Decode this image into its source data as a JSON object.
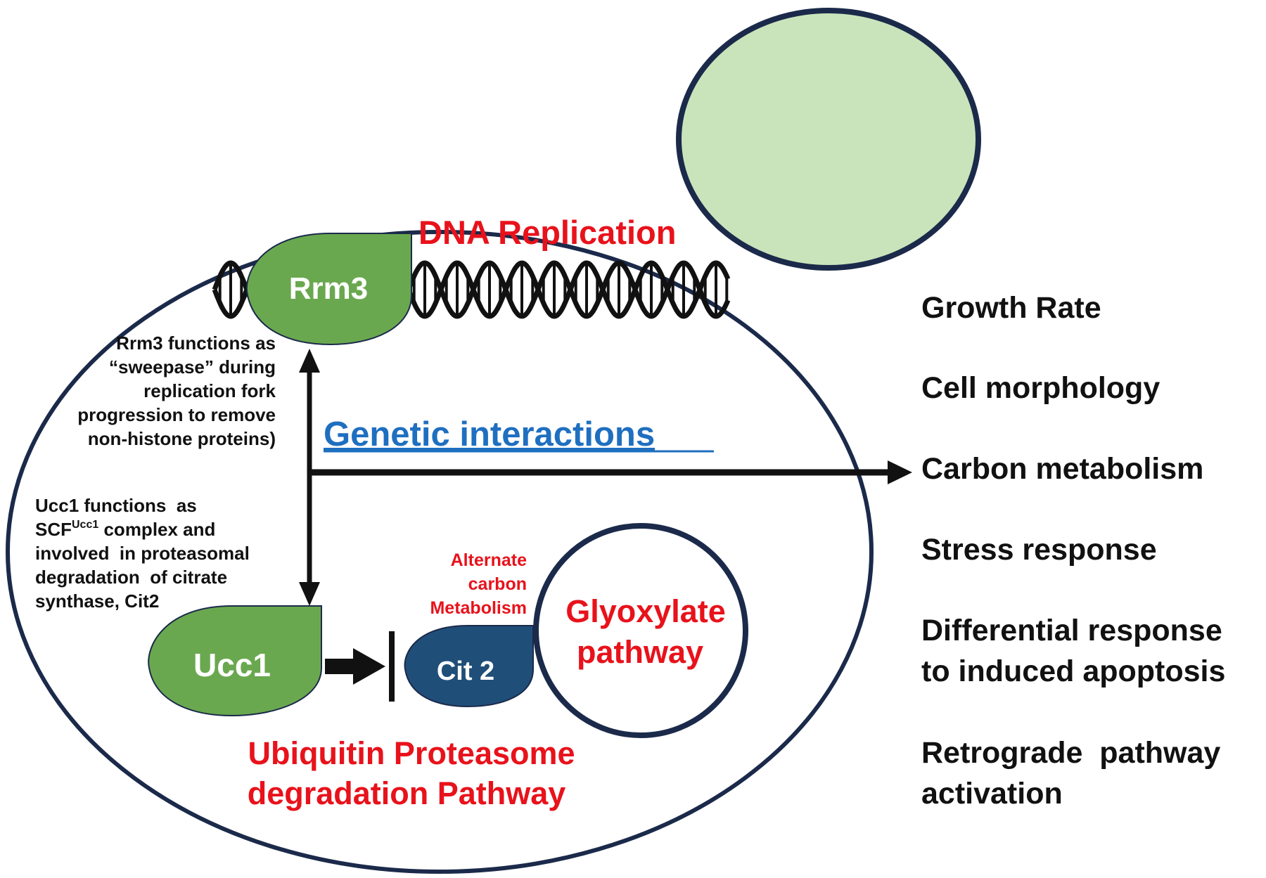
{
  "diagram": {
    "labels": {
      "dna_replication": "DNA Replication",
      "rrm3": "Rrm3",
      "ucc1": "Ucc1",
      "cit2": "Cit 2",
      "genetic_interactions": "Genetic interactions",
      "glyoxylate_line1": "Glyoxylate",
      "glyoxylate_line2": "pathway",
      "alternate_line1": "Alternate",
      "alternate_line2": "carbon",
      "alternate_line3": "Metabolism",
      "ubiquitin_line1": "Ubiquitin Proteasome",
      "ubiquitin_line2": "degradation Pathway"
    },
    "rrm3_description": [
      "Rrm3 functions as",
      "“sweepase” during",
      "replication fork",
      "progression to remove",
      "non-histone proteins)"
    ],
    "ucc1_description": {
      "line1": "Ucc1 functions  as",
      "line2_prefix": "SCF",
      "line2_superscript": "Ucc1",
      "line2_suffix": " complex and",
      "line3": "involved  in proteasomal",
      "line4": "degradation  of citrate",
      "line5": "synthase, Cit2"
    },
    "phenotypes": [
      "Growth Rate",
      "Cell morphology",
      "Carbon metabolism",
      "Stress response",
      "Differential response",
      "to induced apoptosis",
      "Retrograde  pathway",
      "activation"
    ],
    "colors": {
      "outline": "#1b2a4a",
      "bud_fill": "#c9e4bb",
      "protein_green": "#6aa84f",
      "cit2_blue": "#1f4e79",
      "label_red": "#e8121b",
      "link_blue": "#1f6fc0"
    }
  }
}
